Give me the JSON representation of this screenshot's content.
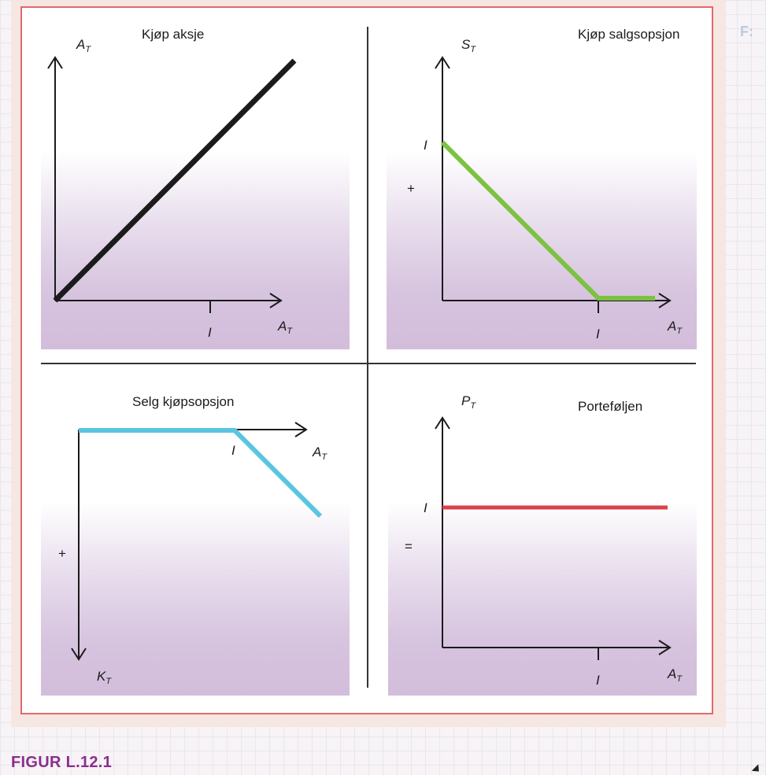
{
  "corner_text": "F:",
  "figure_label": "FIGUR L.12.1",
  "colors": {
    "frame": "#e06a6a",
    "stock": "#1b1b1b",
    "put": "#7cc242",
    "call": "#5bc5e0",
    "portfolio": "#d9414b",
    "figure_label": "#8b2e8b"
  },
  "panels": {
    "buy_stock": {
      "title": "Kjøp aksje",
      "y_axis": "A",
      "y_sub": "T",
      "x_axis": "A",
      "x_sub": "T",
      "tick": "I"
    },
    "buy_put": {
      "title": "Kjøp salgsopsjon",
      "y_axis": "S",
      "y_sub": "T",
      "x_axis": "A",
      "x_sub": "T",
      "tick_x": "I",
      "tick_y": "I",
      "operator": "+"
    },
    "sell_call": {
      "title": "Selg kjøpsopsjon",
      "y_axis": "K",
      "y_sub": "T",
      "x_axis": "A",
      "x_sub": "T",
      "tick": "I",
      "operator": "+"
    },
    "portfolio": {
      "title": "Porteføljen",
      "y_axis": "P",
      "y_sub": "T",
      "x_axis": "A",
      "x_sub": "T",
      "tick_x": "I",
      "tick_y": "I",
      "operator": "="
    }
  }
}
